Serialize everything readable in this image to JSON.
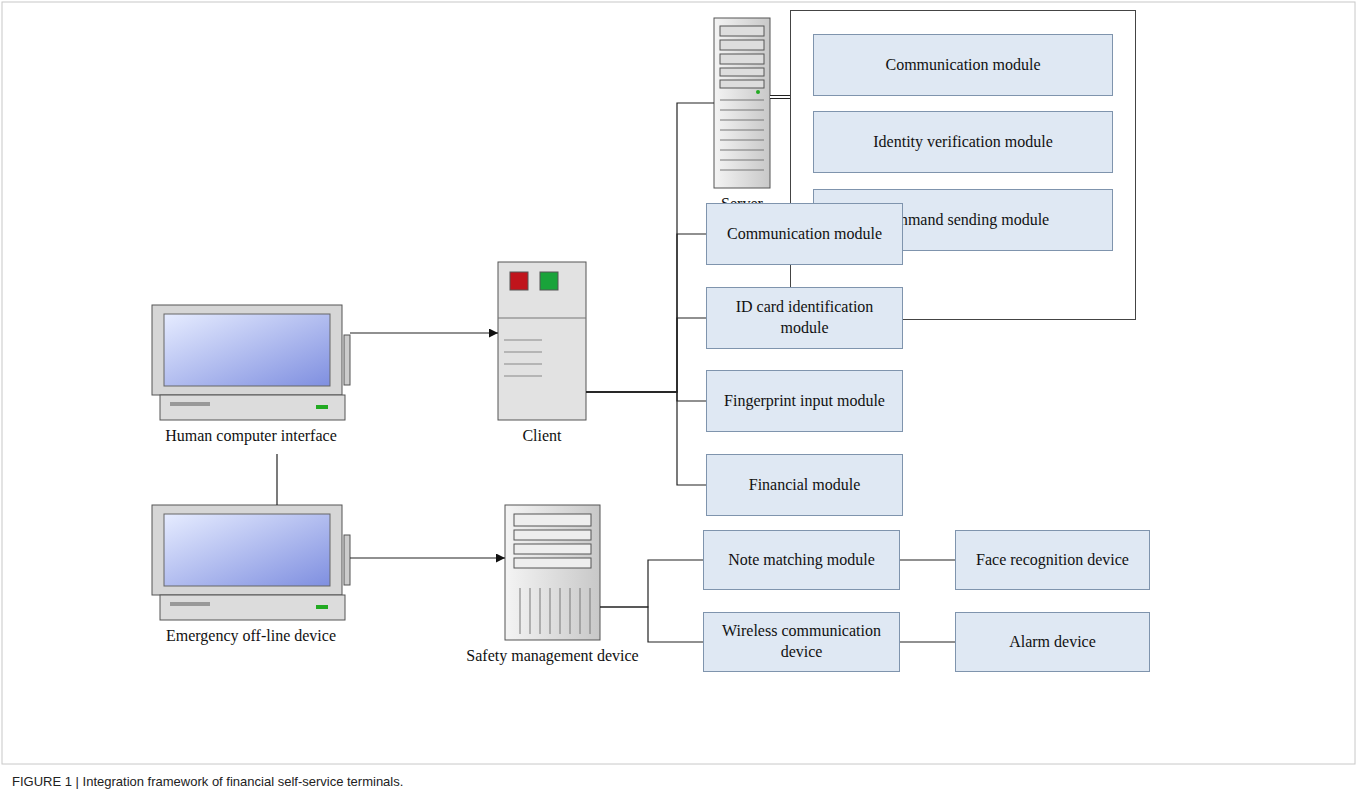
{
  "diagram": {
    "caption": "FIGURE 1 | Integration framework of financial self-service terminals.",
    "nodes": [
      {
        "text": [
          "Server"
        ]
      },
      {
        "text": []
      },
      {
        "text": [
          "Communication module"
        ],
        "in": 1
      },
      {
        "text": [
          "Identity verification module"
        ],
        "in": 1
      },
      {
        "text": [
          "Command sending module"
        ],
        "in": 1
      },
      {
        "text": [
          "Communication module"
        ]
      },
      {
        "text": [
          "ID card identification module"
        ]
      },
      {
        "text": [
          "Human computer interface"
        ]
      },
      {
        "text": [
          "Client"
        ]
      },
      {
        "text": [
          "Fingerprint input module"
        ]
      },
      {
        "text": [
          "Financial module"
        ]
      },
      {
        "text": [
          "Emergency off-line device"
        ]
      },
      {
        "text": [
          "Safety management device"
        ]
      },
      {
        "text": [
          "Note matching module"
        ]
      },
      {
        "text": [
          "Face recognition device"
        ]
      },
      {
        "text": [
          "Wireless communication device"
        ]
      },
      {
        "text": [
          "Alarm device"
        ]
      }
    ],
    "edges": [
      {
        "from": 7,
        "to": 8,
        "arrow": "to"
      },
      {
        "from": 8,
        "to": 0,
        "arrow": "none"
      },
      {
        "from": 8,
        "to": 5,
        "arrow": "none"
      },
      {
        "from": 8,
        "to": 6,
        "arrow": "none"
      },
      {
        "from": 8,
        "to": 9,
        "arrow": "none"
      },
      {
        "from": 8,
        "to": 10,
        "arrow": "none"
      },
      {
        "from": 0,
        "to": 1,
        "arrow": "none"
      },
      {
        "from": 7,
        "to": 11,
        "arrow": "none"
      },
      {
        "from": 11,
        "to": 12,
        "arrow": "to"
      },
      {
        "from": 12,
        "to": 13,
        "arrow": "none"
      },
      {
        "from": 12,
        "to": 15,
        "arrow": "none"
      },
      {
        "from": 13,
        "to": 14,
        "arrow": "none"
      },
      {
        "from": 15,
        "to": 16,
        "arrow": "none"
      }
    ]
  }
}
